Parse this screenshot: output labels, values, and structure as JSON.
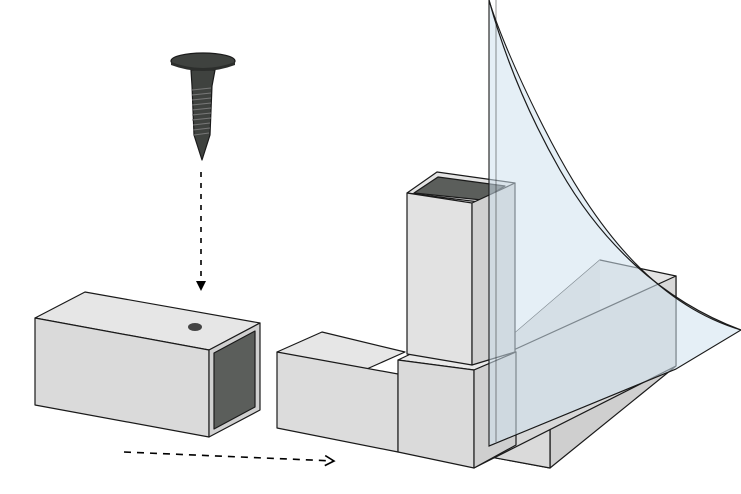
{
  "diagram": {
    "description_visible_text": "",
    "parts": [
      {
        "id": "screw",
        "icon": "screw-icon"
      },
      {
        "id": "tube",
        "icon": "square-tube-icon"
      },
      {
        "id": "corner-connector",
        "icon": "corner-connector-icon"
      },
      {
        "id": "panel",
        "icon": "clear-curved-panel-icon"
      }
    ],
    "arrows": [
      {
        "id": "insert-screw-arrow",
        "direction": "down",
        "style": "dashed"
      },
      {
        "id": "slide-tube-arrow",
        "direction": "right",
        "style": "dashed"
      }
    ]
  },
  "colors": {
    "face_light": "#e6e6e6",
    "face_mid": "#dcdcdc",
    "face_dark": "#cfcfcf",
    "hole": "#5b5e5b",
    "panel_fill": "#cfe2ee",
    "screw": "#3f423f",
    "stroke": "#1a1a1a"
  }
}
